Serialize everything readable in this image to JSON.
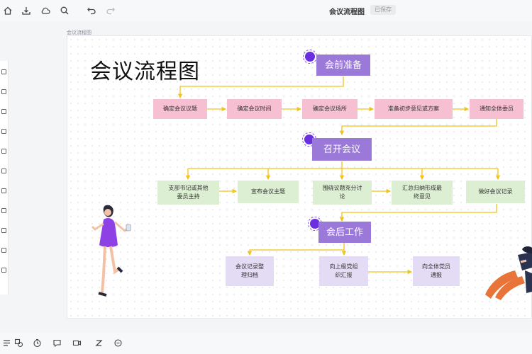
{
  "toolbar": {
    "icons": [
      "home-icon",
      "download-icon",
      "cloud-icon",
      "search-icon",
      "undo-icon",
      "redo-icon"
    ]
  },
  "document": {
    "title": "会议流程图",
    "status": "已保存"
  },
  "breadcrumb": "会议流程图",
  "canvas": {
    "title": "会议流程图",
    "hubs": {
      "prepare": "会前准备",
      "hold": "召开会议",
      "after": "会后工作"
    },
    "prepare_steps": [
      "确定会议议题",
      "确定会议时间",
      "确定会议场所",
      "准备初步意见或方案",
      "通知全体委员"
    ],
    "hold_steps": [
      [
        "支部书记或其他",
        "委员主持"
      ],
      [
        "宣布会议主题"
      ],
      [
        "围绕议题充分讨",
        "论"
      ],
      [
        "汇总归纳形成最",
        "终意见"
      ],
      [
        "做好会议记录"
      ]
    ],
    "after_steps": [
      [
        "会议记录整",
        "理归档"
      ],
      [
        "向上级党组",
        "织汇报"
      ],
      [
        "向全体党员",
        "通报"
      ]
    ]
  },
  "colors": {
    "hub": "#9b79d9",
    "pink_node": "#f6bfd2",
    "green_node": "#dcefd2",
    "lavender_node": "#e3dcf4",
    "connector": "#f0c419",
    "accent_dot": "#6b2ee0"
  },
  "bottom_tools": [
    "outline-icon",
    "shapes-icon",
    "timer-icon",
    "comment-icon",
    "video-icon",
    "text-icon",
    "reset-icon"
  ]
}
